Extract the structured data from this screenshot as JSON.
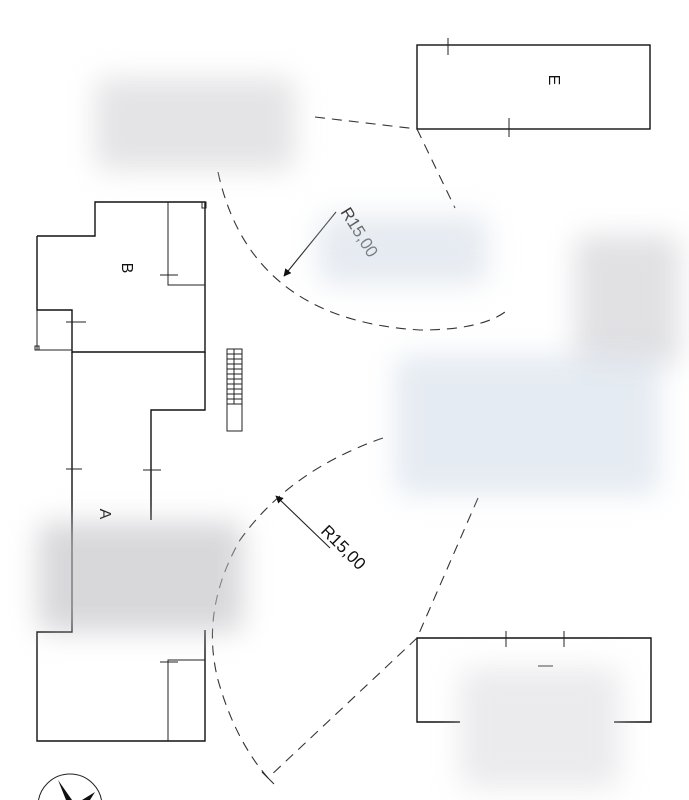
{
  "buildings": {
    "a": {
      "label": "A"
    },
    "b": {
      "label": "B"
    },
    "e": {
      "label": "E"
    }
  },
  "dimensions": {
    "radius_upper": "R15,00",
    "radius_lower": "R15,00"
  },
  "colors": {
    "lines": "#111111",
    "background": "#ffffff"
  }
}
